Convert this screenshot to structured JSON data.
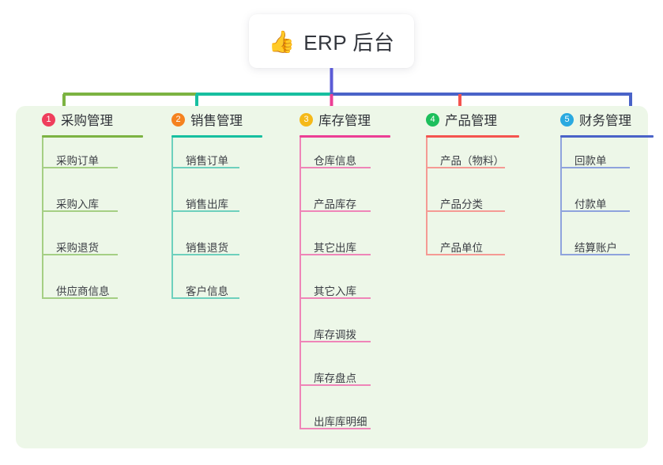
{
  "root": {
    "icon": "thumbs-up-emoji",
    "emoji": "👍",
    "title": "ERP 后台"
  },
  "palette": {
    "panel_bg": "#edf7e8",
    "page_bg": "#ffffff",
    "stem": "#5b5bd6",
    "text": "#2f3238"
  },
  "columns": [
    {
      "number": "1",
      "title": "采购管理",
      "badge_color": "#ef3e5c",
      "line_color": "#7cb342",
      "leaf_color": "#a5cf84",
      "items": [
        "采购订单",
        "采购入库",
        "采购退货",
        "供应商信息"
      ]
    },
    {
      "number": "2",
      "title": "销售管理",
      "badge_color": "#f58220",
      "line_color": "#17bfa0",
      "leaf_color": "#6ed0bd",
      "items": [
        "销售订单",
        "销售出库",
        "销售退货",
        "客户信息"
      ]
    },
    {
      "number": "3",
      "title": "库存管理",
      "badge_color": "#f5b919",
      "line_color": "#ec3f95",
      "leaf_color": "#ef85b8",
      "items": [
        "仓库信息",
        "产品库存",
        "其它出库",
        "其它入库",
        "库存调拨",
        "库存盘点",
        "出库库明细"
      ]
    },
    {
      "number": "4",
      "title": "产品管理",
      "badge_color": "#1dbf5c",
      "line_color": "#f4544f",
      "leaf_color": "#f59a94",
      "items": [
        "产品（物料）",
        "产品分类",
        "产品单位"
      ]
    },
    {
      "number": "5",
      "title": "财务管理",
      "badge_color": "#2aa9e0",
      "line_color": "#4a63c8",
      "leaf_color": "#8fa3dd",
      "items": [
        "回款单",
        "付款单",
        "结算账户"
      ]
    }
  ],
  "connector": {
    "segments": [
      {
        "name": "bar-green",
        "color": "#7cb342"
      },
      {
        "name": "bar-teal",
        "color": "#17bfa0"
      },
      {
        "name": "bar-blue",
        "color": "#4a63c8"
      },
      {
        "name": "stem-root",
        "color": "#5b5bd6"
      },
      {
        "name": "drop-green",
        "color": "#7cb342"
      },
      {
        "name": "drop-teal",
        "color": "#17bfa0"
      },
      {
        "name": "drop-pink",
        "color": "#ec3f95"
      },
      {
        "name": "drop-red",
        "color": "#f4544f"
      },
      {
        "name": "drop-blue",
        "color": "#4a63c8"
      }
    ]
  }
}
